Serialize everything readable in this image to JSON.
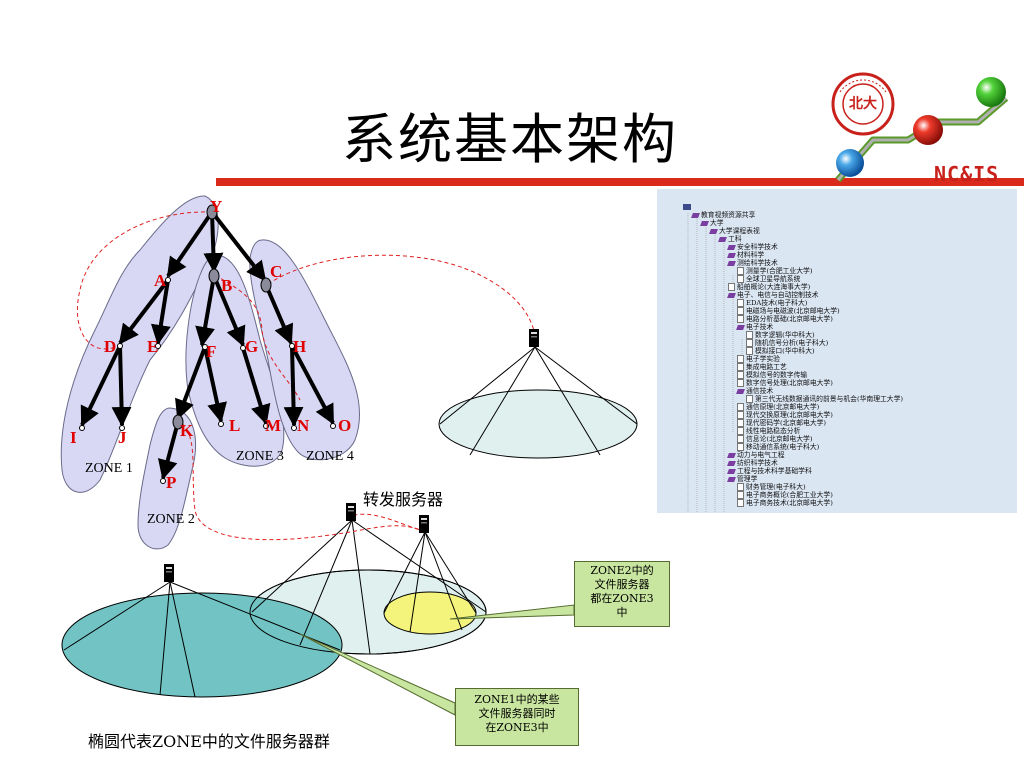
{
  "slide": {
    "title": "系统基本架构"
  },
  "logo": {
    "text": "NC&IS",
    "seal_text": "PEKING UNIVERSITY 1898"
  },
  "tree": {
    "nodes": [
      {
        "id": "Y",
        "label": "Y"
      },
      {
        "id": "A",
        "label": "A"
      },
      {
        "id": "B",
        "label": "B"
      },
      {
        "id": "C",
        "label": "C"
      },
      {
        "id": "D",
        "label": "D"
      },
      {
        "id": "E",
        "label": "E"
      },
      {
        "id": "F",
        "label": "F"
      },
      {
        "id": "G",
        "label": "G"
      },
      {
        "id": "H",
        "label": "H"
      },
      {
        "id": "I",
        "label": "I"
      },
      {
        "id": "J",
        "label": "J"
      },
      {
        "id": "K",
        "label": "K"
      },
      {
        "id": "L",
        "label": "L"
      },
      {
        "id": "M",
        "label": "M"
      },
      {
        "id": "N",
        "label": "N"
      },
      {
        "id": "O",
        "label": "O"
      },
      {
        "id": "P",
        "label": "P"
      }
    ]
  },
  "zones": {
    "zone1": "ZONE 1",
    "zone2": "ZONE 2",
    "zone3": "ZONE 3",
    "zone4": "ZONE 4"
  },
  "labels": {
    "forward_server": "转发服务器",
    "ellipse_caption": "椭圆代表ZONE中的文件服务器群"
  },
  "callouts": {
    "zone2": [
      "ZONE2中的",
      "文件服务器",
      "都在ZONE3",
      "中"
    ],
    "zone1": [
      "ZONE1中的某些",
      "文件服务器同时",
      "在ZONE3中"
    ]
  },
  "resource_tree": {
    "items": [
      {
        "indent": 0,
        "icon": "computer",
        "text": ""
      },
      {
        "indent": 1,
        "icon": "folder",
        "text": "教育视频资源共享"
      },
      {
        "indent": 2,
        "icon": "folder",
        "text": "大学"
      },
      {
        "indent": 3,
        "icon": "folder",
        "text": "大学课程表视"
      },
      {
        "indent": 4,
        "icon": "folder",
        "text": "工科"
      },
      {
        "indent": 5,
        "icon": "folder",
        "text": "安全科学技术"
      },
      {
        "indent": 5,
        "icon": "folder",
        "text": "材料科学"
      },
      {
        "indent": 5,
        "icon": "folder",
        "text": "测绘科学技术"
      },
      {
        "indent": 6,
        "icon": "file",
        "text": "测量学(合肥工业大学)"
      },
      {
        "indent": 6,
        "icon": "file",
        "text": "全球卫星导航系统"
      },
      {
        "indent": 5,
        "icon": "file",
        "text": "船舶概论(大连海事大学)"
      },
      {
        "indent": 5,
        "icon": "folder",
        "text": "电子、电信与自动控制技术"
      },
      {
        "indent": 6,
        "icon": "file",
        "text": "EDA技术(电子科大)"
      },
      {
        "indent": 6,
        "icon": "file",
        "text": "电磁场与电磁波(北京邮电大学)"
      },
      {
        "indent": 6,
        "icon": "file",
        "text": "电路分析基础(北京邮电大学)"
      },
      {
        "indent": 6,
        "icon": "folder",
        "text": "电子技术"
      },
      {
        "indent": 7,
        "icon": "file",
        "text": "数字逻辑(华中科大)"
      },
      {
        "indent": 7,
        "icon": "file",
        "text": "随机信号分析(电子科大)"
      },
      {
        "indent": 7,
        "icon": "file",
        "text": "模拟接口(华中科大)"
      },
      {
        "indent": 6,
        "icon": "file",
        "text": "电子学实验"
      },
      {
        "indent": 6,
        "icon": "file",
        "text": "集成电路工艺"
      },
      {
        "indent": 6,
        "icon": "file",
        "text": "模拟信号的数字传输"
      },
      {
        "indent": 6,
        "icon": "file",
        "text": "数字信号处理(北京邮电大学)"
      },
      {
        "indent": 6,
        "icon": "folder",
        "text": "通信技术"
      },
      {
        "indent": 7,
        "icon": "file",
        "text": "第三代无线数据通讯的前景与机会(华南理工大学)"
      },
      {
        "indent": 6,
        "icon": "file",
        "text": "通信原理(北京邮电大学)"
      },
      {
        "indent": 6,
        "icon": "file",
        "text": "现代交换原理(北京邮电大学)"
      },
      {
        "indent": 6,
        "icon": "file",
        "text": "现代密码学(北京邮电大学)"
      },
      {
        "indent": 6,
        "icon": "file",
        "text": "线性电路稳态分析"
      },
      {
        "indent": 6,
        "icon": "file",
        "text": "信息论(北京邮电大学)"
      },
      {
        "indent": 6,
        "icon": "file",
        "text": "移动通信系统(电子科大)"
      },
      {
        "indent": 5,
        "icon": "folder",
        "text": "动力与电气工程"
      },
      {
        "indent": 5,
        "icon": "folder",
        "text": "纺织科学技术"
      },
      {
        "indent": 5,
        "icon": "folder",
        "text": "工程与技术科学基础学科"
      },
      {
        "indent": 5,
        "icon": "folder",
        "text": "管理学"
      },
      {
        "indent": 6,
        "icon": "file",
        "text": "财务管理(电子科大)"
      },
      {
        "indent": 6,
        "icon": "file",
        "text": "电子商务概论(合肥工业大学)"
      },
      {
        "indent": 6,
        "icon": "file",
        "text": "电子商务技术(北京邮电大学)"
      }
    ]
  },
  "colors": {
    "title_rule": "#d92a1c",
    "zone_fill": "#d8d8f4",
    "zone_stroke": "#6a6a8a",
    "node_red": "#e00000",
    "ellipse_large": "#72c4c4",
    "ellipse_light": "#dff0ef",
    "ellipse_yellow": "#f4f47c",
    "callout_fill": "#c8e6a0"
  }
}
